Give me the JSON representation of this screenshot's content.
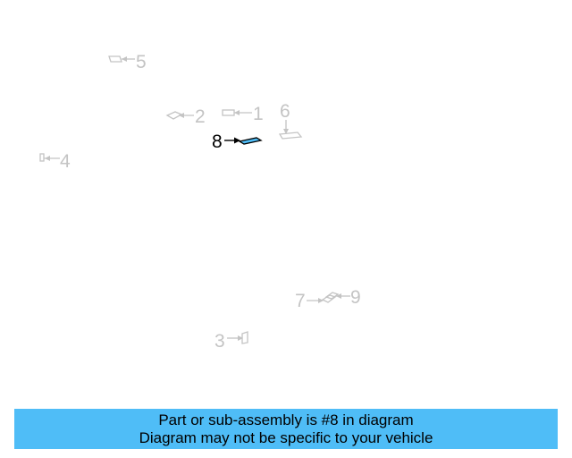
{
  "diagram": {
    "callouts": [
      {
        "number": "5",
        "highlighted": false
      },
      {
        "number": "2",
        "highlighted": false
      },
      {
        "number": "1",
        "highlighted": false
      },
      {
        "number": "6",
        "highlighted": false
      },
      {
        "number": "8",
        "highlighted": true
      },
      {
        "number": "4",
        "highlighted": false
      },
      {
        "number": "7",
        "highlighted": false
      },
      {
        "number": "9",
        "highlighted": false
      },
      {
        "number": "3",
        "highlighted": false
      }
    ],
    "colors": {
      "inactive": "#c4c4c4",
      "active": "#000000",
      "highlight_fill": "#4fbdf7",
      "banner": "#4fbdf7"
    }
  },
  "banner": {
    "line1": "Part or sub-assembly is #8 in diagram",
    "line2": "Diagram may not be specific to your vehicle"
  }
}
